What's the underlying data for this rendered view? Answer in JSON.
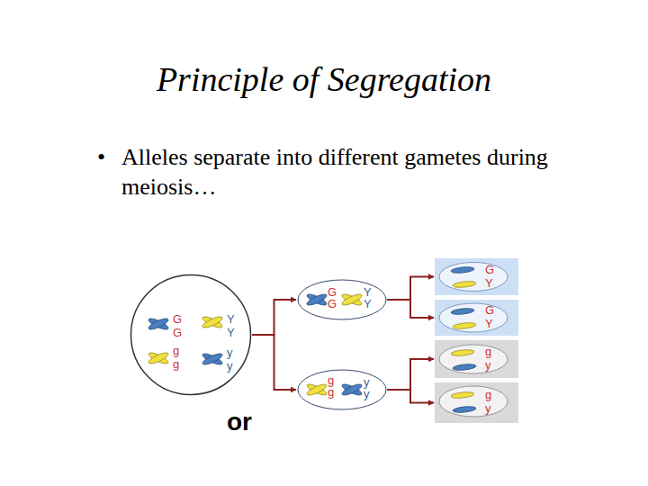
{
  "diagram": {
    "title": "Principle of Segregation",
    "nodes": [
      {
        "text": [
          "G",
          "G",
          "g",
          "g",
          "Y",
          "Y",
          "y",
          "y"
        ]
      },
      {
        "text": [
          "G",
          "G",
          "Y",
          "Y"
        ]
      },
      {
        "text": [
          "g",
          "g",
          "y",
          "y"
        ]
      },
      {
        "text": [
          "G",
          "Y"
        ]
      },
      {
        "text": [
          "G",
          "Y"
        ]
      },
      {
        "text": [
          "g",
          "y"
        ]
      },
      {
        "text": [
          "g",
          "y"
        ]
      }
    ],
    "edges": [
      {
        "from": 0,
        "to": 1,
        "arrow": "to"
      },
      {
        "from": 0,
        "to": 2,
        "arrow": "to"
      },
      {
        "from": 1,
        "to": 3,
        "arrow": "to"
      },
      {
        "from": 1,
        "to": 4,
        "arrow": "to"
      },
      {
        "from": 2,
        "to": 5,
        "arrow": "to"
      },
      {
        "from": 2,
        "to": 6,
        "arrow": "to"
      }
    ],
    "labels": [
      "•",
      "Alleles separate into different gametes during meiosis…",
      "or"
    ]
  }
}
